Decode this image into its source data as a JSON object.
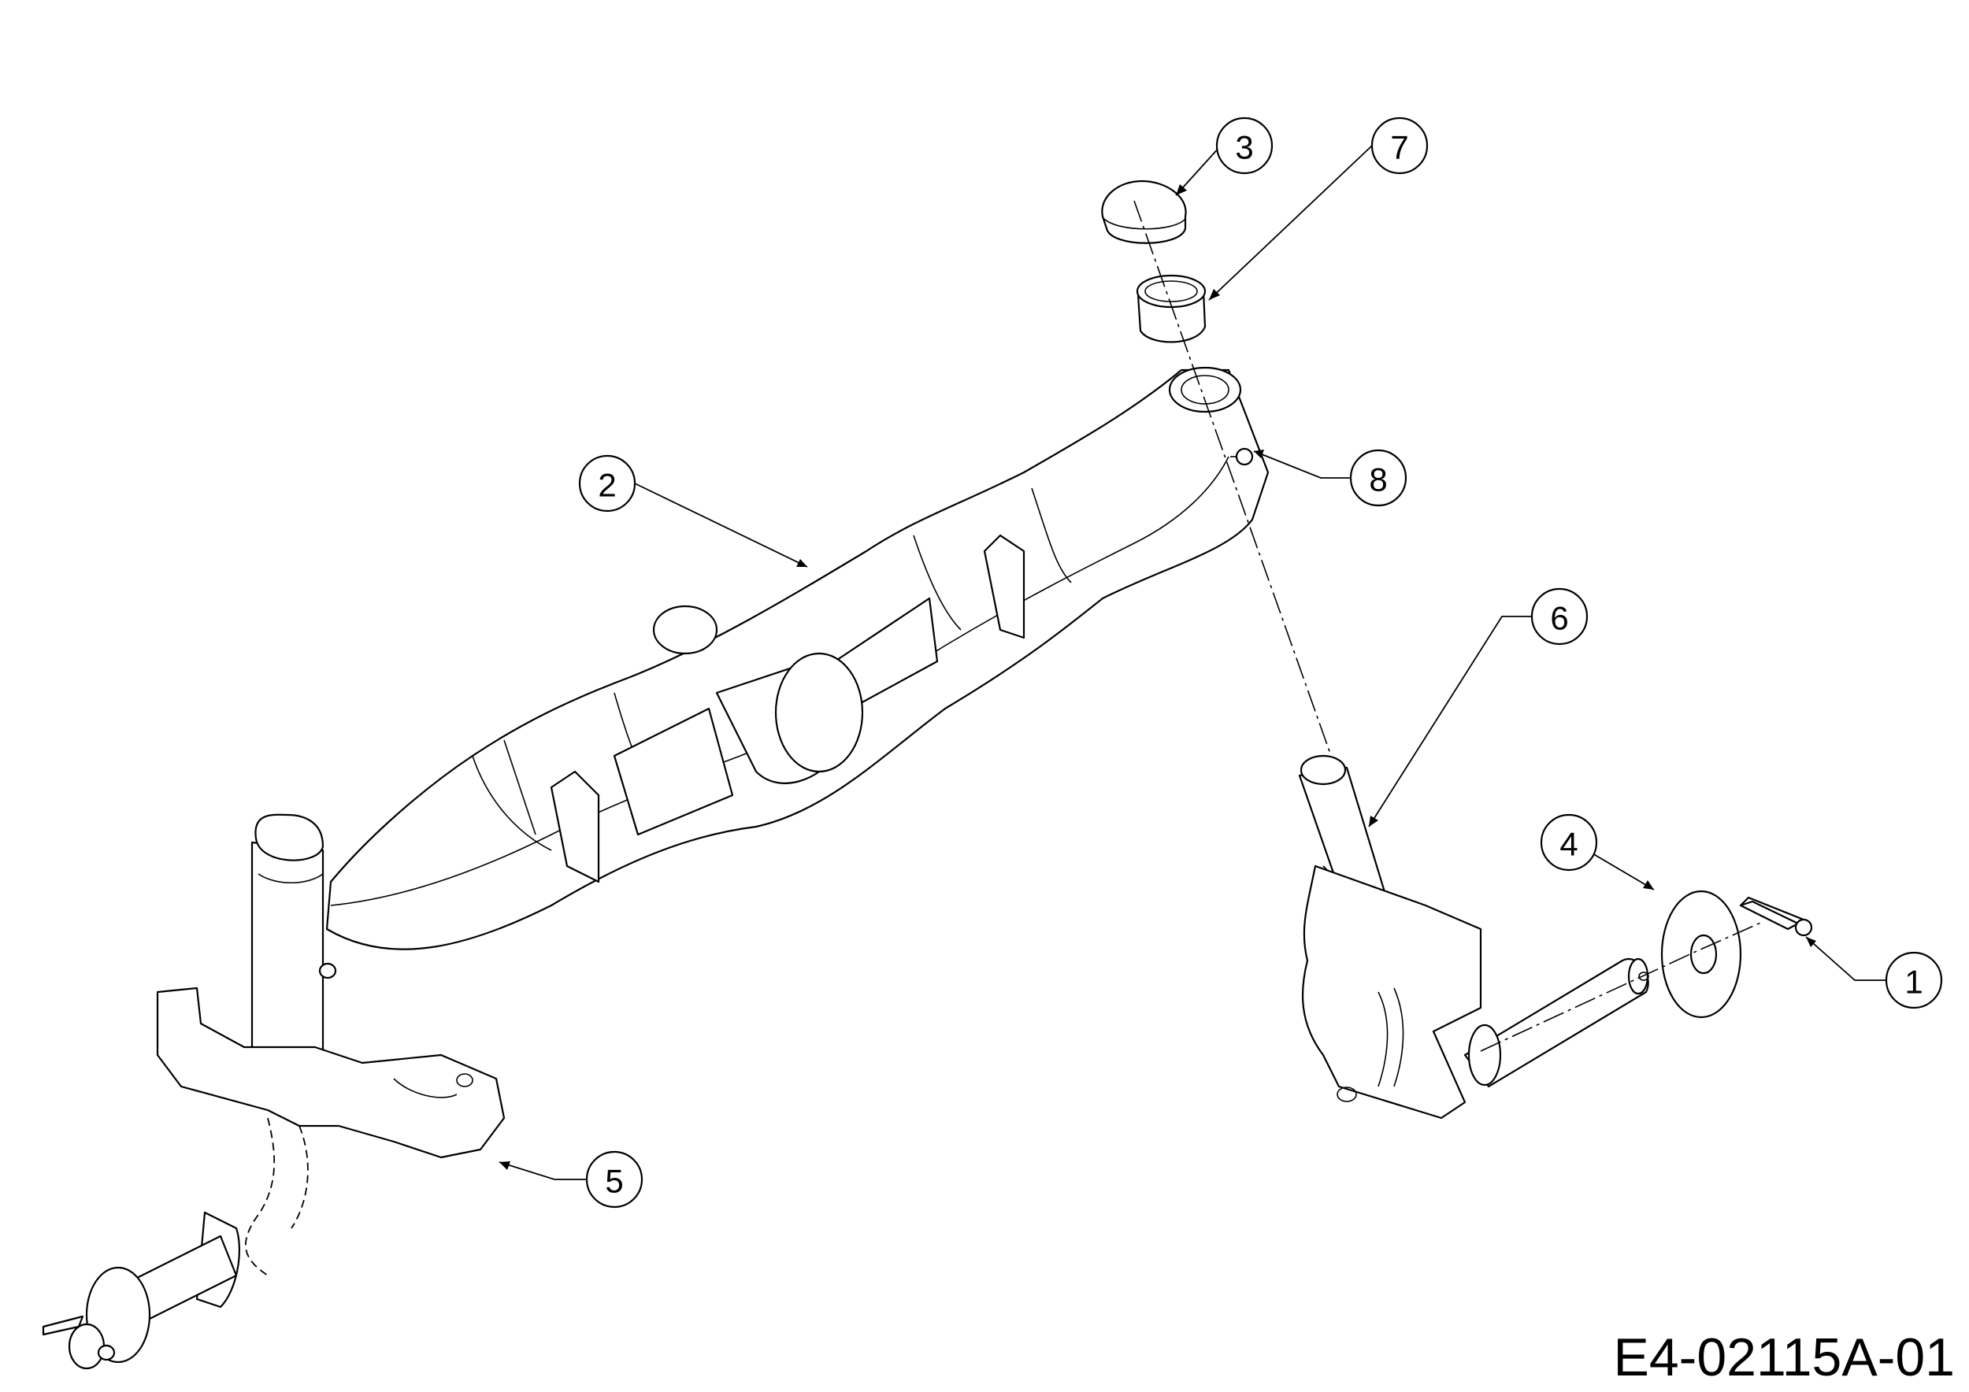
{
  "drawing_code": "E4-02115A-01",
  "callouts": [
    "1",
    "2",
    "3",
    "4",
    "5",
    "6",
    "7",
    "8"
  ]
}
